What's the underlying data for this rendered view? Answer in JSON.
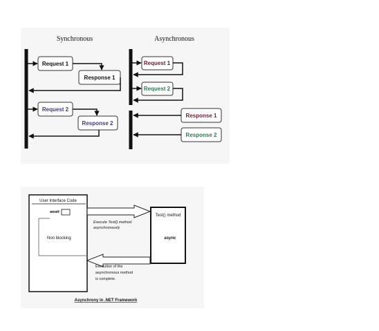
{
  "sync_diagram": {
    "title": "Synchronous",
    "request_1": "Request 1",
    "response_1": "Response 1",
    "request_2": "Request 2",
    "response_2": "Response 2"
  },
  "async_diagram": {
    "title": "Asynchronous",
    "request_1": "Request 1",
    "request_2": "Request 2",
    "response_1": "Response 1",
    "response_2": "Response 2"
  },
  "dotnet_diagram": {
    "ui_box_title": "User Interface Code",
    "await_label": "await",
    "non_blocking_label": "Non blocking",
    "method_box_title": "Test() method",
    "async_label": "async",
    "execute_note_line1": "Execute Test() method",
    "execute_note_line2": "asynchronously",
    "complete_note_line1": "Execution of the",
    "complete_note_line2": "asynchronous method",
    "complete_note_line3": "is complete.",
    "caption": "Asynchrony in .NET Framework"
  },
  "colors": {
    "request_1_async": "#6b1a2e",
    "request_2_sync": "#3a3a7a",
    "response_2_sync": "#3a3a7a",
    "request_2_async": "#2e7d4f",
    "response_1_async": "#7a1a2a",
    "response_2_async": "#2e7d4f"
  }
}
